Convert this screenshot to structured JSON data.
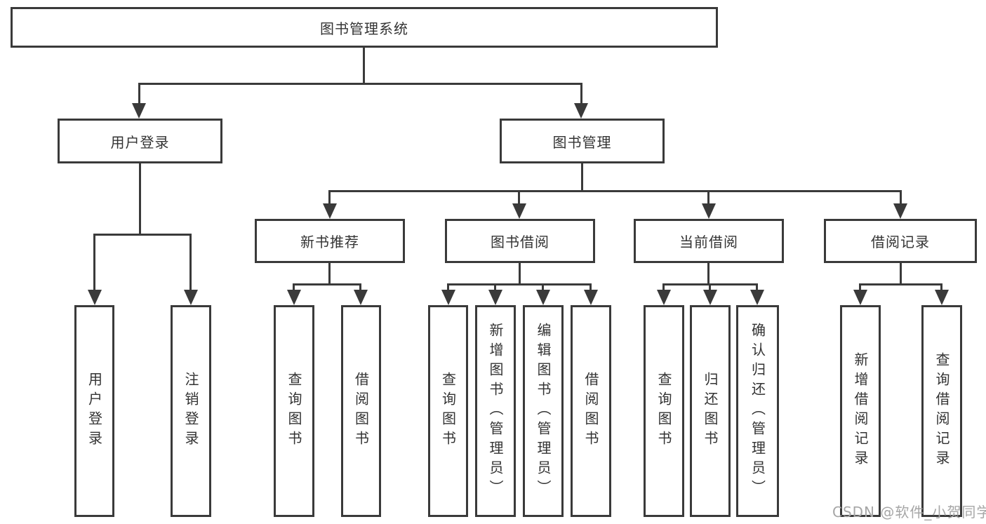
{
  "tree": {
    "root": {
      "label": "图书管理系统"
    },
    "branches": [
      {
        "label": "用户登录",
        "leaves": [
          "用户登录",
          "注销登录"
        ]
      },
      {
        "label": "图书管理",
        "groups": [
          {
            "label": "新书推荐",
            "leaves": [
              "查询图书",
              "借阅图书"
            ]
          },
          {
            "label": "图书借阅",
            "leaves": [
              "查询图书",
              "新增图书（管理员）",
              "编辑图书（管理员）",
              "借阅图书"
            ]
          },
          {
            "label": "当前借阅",
            "leaves": [
              "查询图书",
              "归还图书",
              "确认归还（管理员）"
            ]
          },
          {
            "label": "借阅记录",
            "leaves": [
              "新增借阅记录",
              "查询借阅记录"
            ]
          }
        ]
      }
    ]
  },
  "watermark": {
    "text": "CSDN @软件_小贺同学"
  },
  "colors": {
    "line": "#3a3a3a",
    "text": "#333333",
    "watermark": "#a6a6a6",
    "background": "#ffffff"
  }
}
